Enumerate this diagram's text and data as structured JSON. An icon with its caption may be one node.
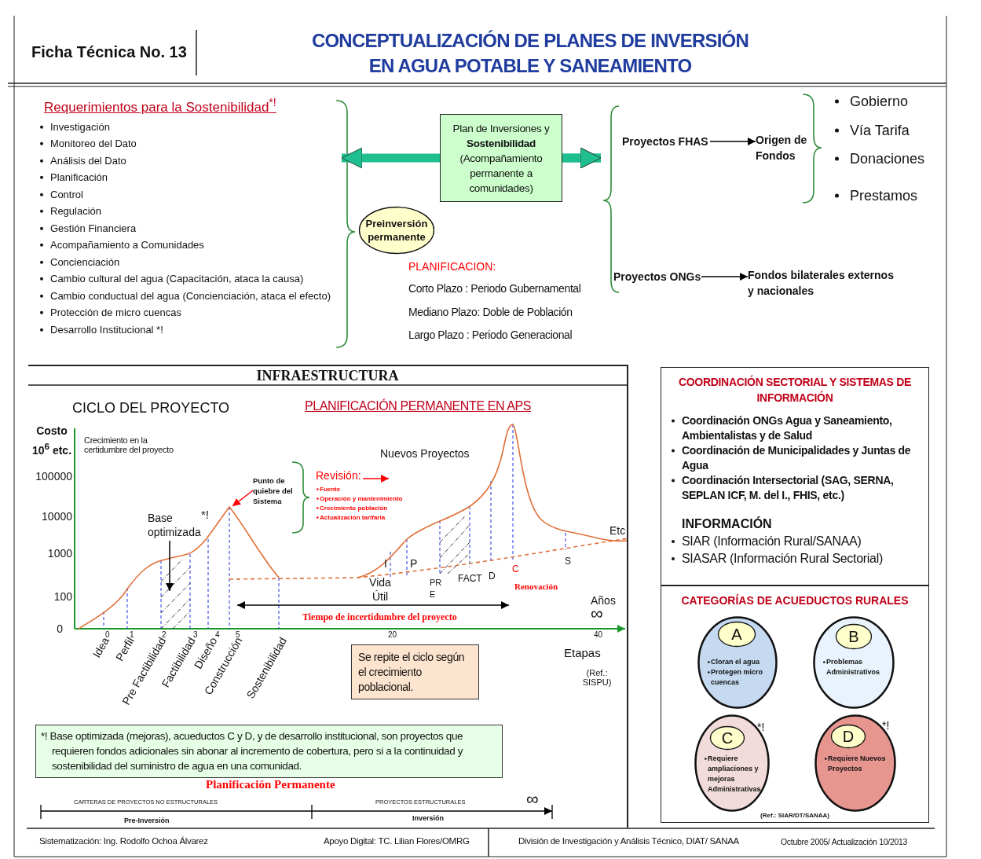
{
  "diagram": {
    "title": "CONCEPTUALIZACIÓN DE PLANES DE INVERSIÓN EN AGUA POTABLE Y SANEAMIENTO",
    "nodes": [
      {
        "text": [
          "Requerimientos para la Sostenibilidad$^{*!}$",
          "Investigación",
          "Monitoreo del Dato",
          "Análisis del Dato",
          "Planificación",
          "Control",
          "Regulación",
          "Gestión Financiera",
          "Acompañamiento a Comunidades",
          "Concienciación",
          "Cambio cultural del agua (Capacitación, ataca la causa)",
          "Cambio conductual del agua (Concienciación, ataca el efecto)",
          "Protección de micro cuencas",
          "Desarrollo Institucional *!"
        ]
      },
      {
        "text": [
          "Preinversión permanente"
        ]
      },
      {
        "text": [
          "Plan de Inversiones y **Sostenibilidad** (Acompañamiento permanente a comunidades)"
        ]
      },
      {
        "text": [
          "Proyectos FHAS"
        ]
      },
      {
        "text": [
          "Origen de Fondos"
        ]
      },
      {
        "text": [
          "Proyectos ONGs"
        ]
      },
      {
        "text": [
          "Fondos bilaterales externos y nacionales"
        ]
      },
      {
        "text": [
          "INFRAESTRUCTURA"
        ]
      },
      {
        "text": [
          "Punto de quiebre del Sistema"
        ],
        "in": 7
      },
      {
        "text": [
          "Base optimizada"
        ],
        "beside": [
          "*!"
        ],
        "in": 7
      },
      {
        "text": [
          "Se repite el ciclo según el crecimiento poblacional."
        ],
        "in": 7
      },
      {
        "text": [
          "*! Base optimizada (mejoras), acueductos C y D, y de desarrollo institucional, son proyectos que requieren fondos adicionales sin abonar al incremento de cobertura, pero si a la continuidad y sostenibilidad del suministro de agua en una comunidad."
        ],
        "in": 7
      },
      {
        "text": [
          "COORDINACIÓN SECTORIAL Y SISTEMAS DE INFORMACIÓN",
          "Coordinación ONGs Agua y Saneamiento, Ambientalistas y de Salud",
          "Coordinación de Municipalidades y Juntas de Agua",
          "Coordinación Intersectorial (SAG, SERNA, SEPLAN ICF, M. del I., FHIS, etc.)",
          "INFORMACIÓN",
          "SIAR (Información Rural/SANAA)",
          "SIASAR (Información Rural Sectorial)"
        ]
      },
      {
        "text": [
          "CATEGORÍAS DE ACUEDUCTOS RURALES",
          "(Ref.: SIAR/DT/SANAA)"
        ]
      },
      {
        "text": [
          "Cloran el agua",
          "Protegen micro cuencas"
        ],
        "in": 13
      },
      {
        "text": [
          "A"
        ],
        "in": 14
      },
      {
        "text": [
          "Problemas Administrativos"
        ],
        "in": 13
      },
      {
        "text": [
          "B"
        ],
        "in": 16
      },
      {
        "text": [
          "Requiere ampliaciones y mejoras Administrativas"
        ],
        "beside": [
          "*!"
        ],
        "in": 13
      },
      {
        "text": [
          "C"
        ],
        "in": 18
      },
      {
        "text": [
          "Requiere Nuevos Proyectos"
        ],
        "beside": [
          "*!"
        ],
        "in": 13
      },
      {
        "text": [
          "D"
        ],
        "in": 20
      }
    ],
    "edges": [
      {
        "from": 2,
        "to": 0,
        "arrow": "to",
        "style": "thick",
        "color": "#1fbf8f"
      },
      {
        "from": 2,
        "to": 3,
        "arrow": "to",
        "style": "thick",
        "color": "#1fbf8f"
      },
      {
        "from": 2,
        "to": 5,
        "arrow": "to",
        "style": "thick",
        "color": "#1fbf8f"
      },
      {
        "from": 3,
        "to": 4,
        "arrow": "to",
        "color": "#000000"
      },
      {
        "from": 5,
        "to": 6,
        "arrow": "to",
        "color": "#000000"
      },
      {
        "from": 8,
        "to": null,
        "arrow": "to",
        "color": "#ff0000"
      },
      {
        "from": 9,
        "to": null,
        "arrow": "to",
        "color": "#000000"
      }
    ],
    "labels": [
      "Ficha Técnica No. 13",
      "Gobierno",
      "Vía Tarifa",
      "Donaciones",
      "Prestamos",
      "PLANIFICACION:",
      "Corto Plazo : Periodo Gubernamental",
      "Mediano Plazo: Doble de Población",
      "Largo Plazo : Periodo Generacional",
      "CICLO DEL PROYECTO",
      "PLANIFICACIÓN PERMANENTE EN APS",
      "Costo 10$^{6}$ etc.",
      "Crecimiento en la certidumbre del proyecto",
      "Nuevos Proyectos",
      "Revisión:",
      "Fuente",
      "Operación y mantenimiento",
      "Crecimiento población",
      "Actualización tarifaria",
      "Etc",
      "I",
      "P",
      "Vida Útil",
      "PR E",
      "FACT",
      "D",
      "C",
      "S",
      "Renovación",
      "Años",
      "∞",
      "Tiempo de incertidumbre del proyecto",
      "100000",
      "10000",
      "1000",
      "100",
      "0",
      "0",
      "1",
      "2",
      "3",
      "4",
      "5",
      "20",
      "40",
      "Idea",
      "Perfil",
      "Pre Factibilidad",
      "Factibilidad",
      "Diseño",
      "Construcción",
      "Sostenibilidad",
      "Etapas",
      "(Ref.: SISPU)",
      "Planificación Permanente",
      "CARTERAS DE PROYECTOS NO ESTRUCTURALES",
      "PROYECTOS ESTRUCTURALES",
      "∞",
      "Pre-Inversión",
      "Inversión",
      "Sistematización: Ing. Rodolfo Ochoa Álvarez",
      "Apoyo Digital: TC. Lilian Flores/OMRG",
      "División de Investigación y Análisis Técnico, DIAT/ SANAA",
      "Octubre 2005/ Actualización 10/2013"
    ]
  }
}
